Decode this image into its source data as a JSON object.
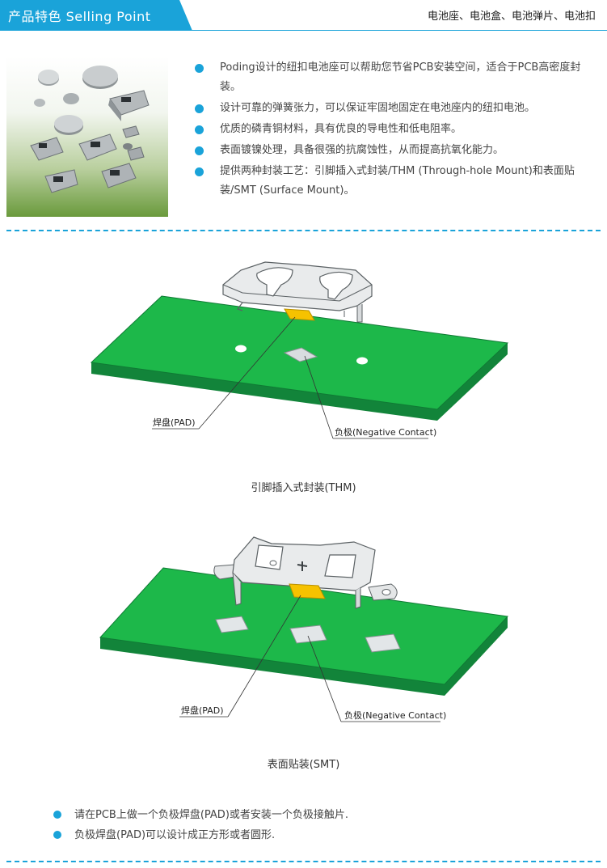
{
  "header": {
    "title": "产品特色  Selling Point",
    "right_text": "电池座、电池盒、电池弹片、电池扣"
  },
  "features": [
    "Poding设计的纽扣电池座可以帮助您节省PCB安装空间，适合于PCB高密度封装。",
    "设计可靠的弹簧张力，可以保证牢固地固定在电池座内的纽扣电池。",
    "优质的磷青铜材料，具有优良的导电性和低电阻率。",
    "表面镀镍处理，具备很强的抗腐蚀性，从而提高抗氧化能力。",
    "提供两种封装工艺：引脚插入式封装/THM (Through-hole Mount)和表面贴装/SMT (Surface Mount)。"
  ],
  "thm": {
    "pad_label": "焊盘(PAD)",
    "neg_label": "负极(Negative Contact)",
    "caption": "引脚插入式封装(THM)"
  },
  "smt": {
    "pad_label": "焊盘(PAD)",
    "neg_label": "负极(Negative Contact)",
    "caption": "表面贴装(SMT)"
  },
  "notes": [
    "请在PCB上做一个负极焊盘(PAD)或者安装一个负极接触片.",
    "负极焊盘(PAD)可以设计成正方形或者圆形."
  ],
  "colors": {
    "accent": "#1aa3d9",
    "pcb_top": "#1db84a",
    "pcb_side": "#12843a",
    "pad": "#f6c200"
  }
}
